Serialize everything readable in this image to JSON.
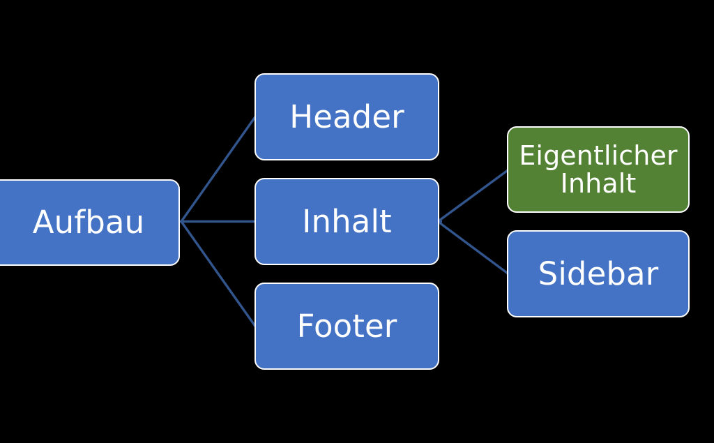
{
  "diagram": {
    "title": "Aufbau",
    "type": "tree-diagram",
    "background_color": "#000000",
    "colors": {
      "node_blue": "#4472C4",
      "node_green": "#548235",
      "node_outline": "#FFFFFF",
      "node_text": "#FFFFFF",
      "connector": "#31558C"
    },
    "nodes": [
      {
        "id": "aufbau",
        "label": "Aufbau",
        "color": "#4472C4",
        "level": 0
      },
      {
        "id": "header",
        "label": "Header",
        "color": "#4472C4",
        "level": 1
      },
      {
        "id": "inhalt",
        "label": "Inhalt",
        "color": "#4472C4",
        "level": 1
      },
      {
        "id": "footer",
        "label": "Footer",
        "color": "#4472C4",
        "level": 1
      },
      {
        "id": "eigentlicher-inhalt",
        "label": "Eigentlicher Inhalt",
        "label_line1": "Eigentlicher",
        "label_line2": "Inhalt",
        "color": "#548235",
        "level": 2
      },
      {
        "id": "sidebar",
        "label": "Sidebar",
        "color": "#4472C4",
        "level": 2
      }
    ],
    "edges": [
      {
        "from": "aufbau",
        "to": "header"
      },
      {
        "from": "aufbau",
        "to": "inhalt"
      },
      {
        "from": "aufbau",
        "to": "footer"
      },
      {
        "from": "inhalt",
        "to": "eigentlicher-inhalt"
      },
      {
        "from": "inhalt",
        "to": "sidebar"
      }
    ]
  }
}
